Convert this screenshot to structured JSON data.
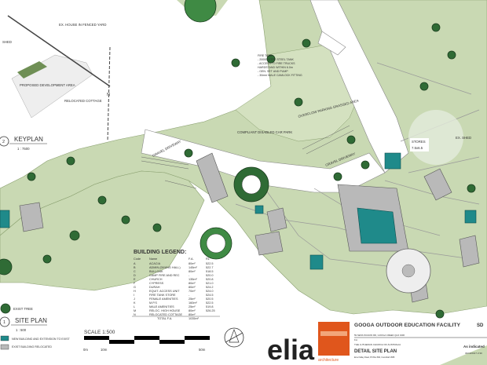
{
  "keyplan": {
    "title": "KEYPLAN",
    "number": "2",
    "scale": "1 : 7500",
    "labels": [
      "EX. HOUSE IN FENCED YARD",
      "SHED",
      "PROPOSED DEVELOPMENT AREA",
      "RELOCATED COTTAGE",
      "N"
    ]
  },
  "site_plan": {
    "title": "SITE PLAN",
    "number": "1",
    "scale": "1 : 500",
    "legend": [
      {
        "label": "EXIST TREE",
        "color": "#2f6b35"
      },
      {
        "label": "NEW BUILDING AND EXTENSION TO EXIST",
        "color": "#1f8a8a"
      },
      {
        "label": "EXIST BUILDING RELOCATED",
        "color": "#b9b9b9"
      }
    ]
  },
  "plan_labels": {
    "gravel_driveway_left": "GRAVEL DRIVEWAY",
    "gravel_driveway_right": "GRAVEL DRIVEWAY",
    "compliant_disabled_carpark": "COMPLIANT DISABLED CAR PARK",
    "overflow_parking": "OVERFLOW PARKING GRASSED AREA",
    "stores": "STORES",
    "stores_area": "7.5x6.5",
    "ex_shed": "EX. SHED",
    "fire_tank": [
      "FIRE TANK:",
      "- 20000 LITRE STEEL TANK",
      "- ACCESS TO FIRE TRUCKS",
      "HARDSTAND WITHIN 6.0m",
      "- GEN. SET AND PUMP",
      "- 30mm MALE CAMLOCK FITTING"
    ]
  },
  "building_legend": {
    "title": "BUILDING LEGEND:",
    "columns": [
      "Code",
      "Name",
      "F.A.",
      "RL"
    ],
    "rows": [
      [
        "A",
        "ACACIA",
        "80m²",
        "522.5"
      ],
      [
        "B",
        "ADMIN (DINING HALL)",
        "145m²",
        "522.7"
      ],
      [
        "C",
        "BULLOAK",
        "80m²",
        "518.5"
      ],
      [
        "D",
        "CAMP FIRE AND REC",
        "-",
        "520.0"
      ],
      [
        "E",
        "CHURCH",
        "135m²",
        "520.8"
      ],
      [
        "F",
        "CYPRESS",
        "80m²",
        "521.0"
      ],
      [
        "G",
        "DURAH",
        "80m²",
        "524.2"
      ],
      [
        "H",
        "EQUIT. ACCESS UNIT",
        "70m²",
        "524.0"
      ],
      [
        "I",
        "FIRE TANK STORE",
        "-",
        "524.5"
      ],
      [
        "J",
        "FEMALE AMENITIES",
        "25m²",
        "520.5"
      ],
      [
        "K",
        "M.P.S",
        "160m²",
        "522.5"
      ],
      [
        "L",
        "MALE AMENITIES",
        "25m²",
        "519.8"
      ],
      [
        "M",
        "RELOC. HIGH HOUSE",
        "80m²",
        "526.25"
      ],
      [
        "N",
        "RELOCATED COTTAGE",
        "80m²",
        ""
      ]
    ],
    "total_label": "TOTAL F.A.",
    "total_value": "1035m²"
  },
  "scale_bar": {
    "title": "SCALE 1:500",
    "ticks": [
      "0m",
      "10m",
      "50m"
    ]
  },
  "title_block": {
    "project": "GOOGA OUTDOOR EDUCATION FACILITY",
    "address": "59 NESS WILSON RD, GOOGA CREEK QLD 4306",
    "for_label": "For",
    "client": "THE LUTHERAN CHURCH OF AUSTRALIA",
    "drawing_title": "DETAIL SITE PLAN",
    "firm_address": "Emel Valley Road, PO Box 890, Cooroibah 4565",
    "scale": "As indicated",
    "date": "30/10/2017 2:30",
    "sheet_prefix": "SD",
    "brand": "elia",
    "brand_sub": "architecture",
    "brand_color": "#e0561c"
  }
}
